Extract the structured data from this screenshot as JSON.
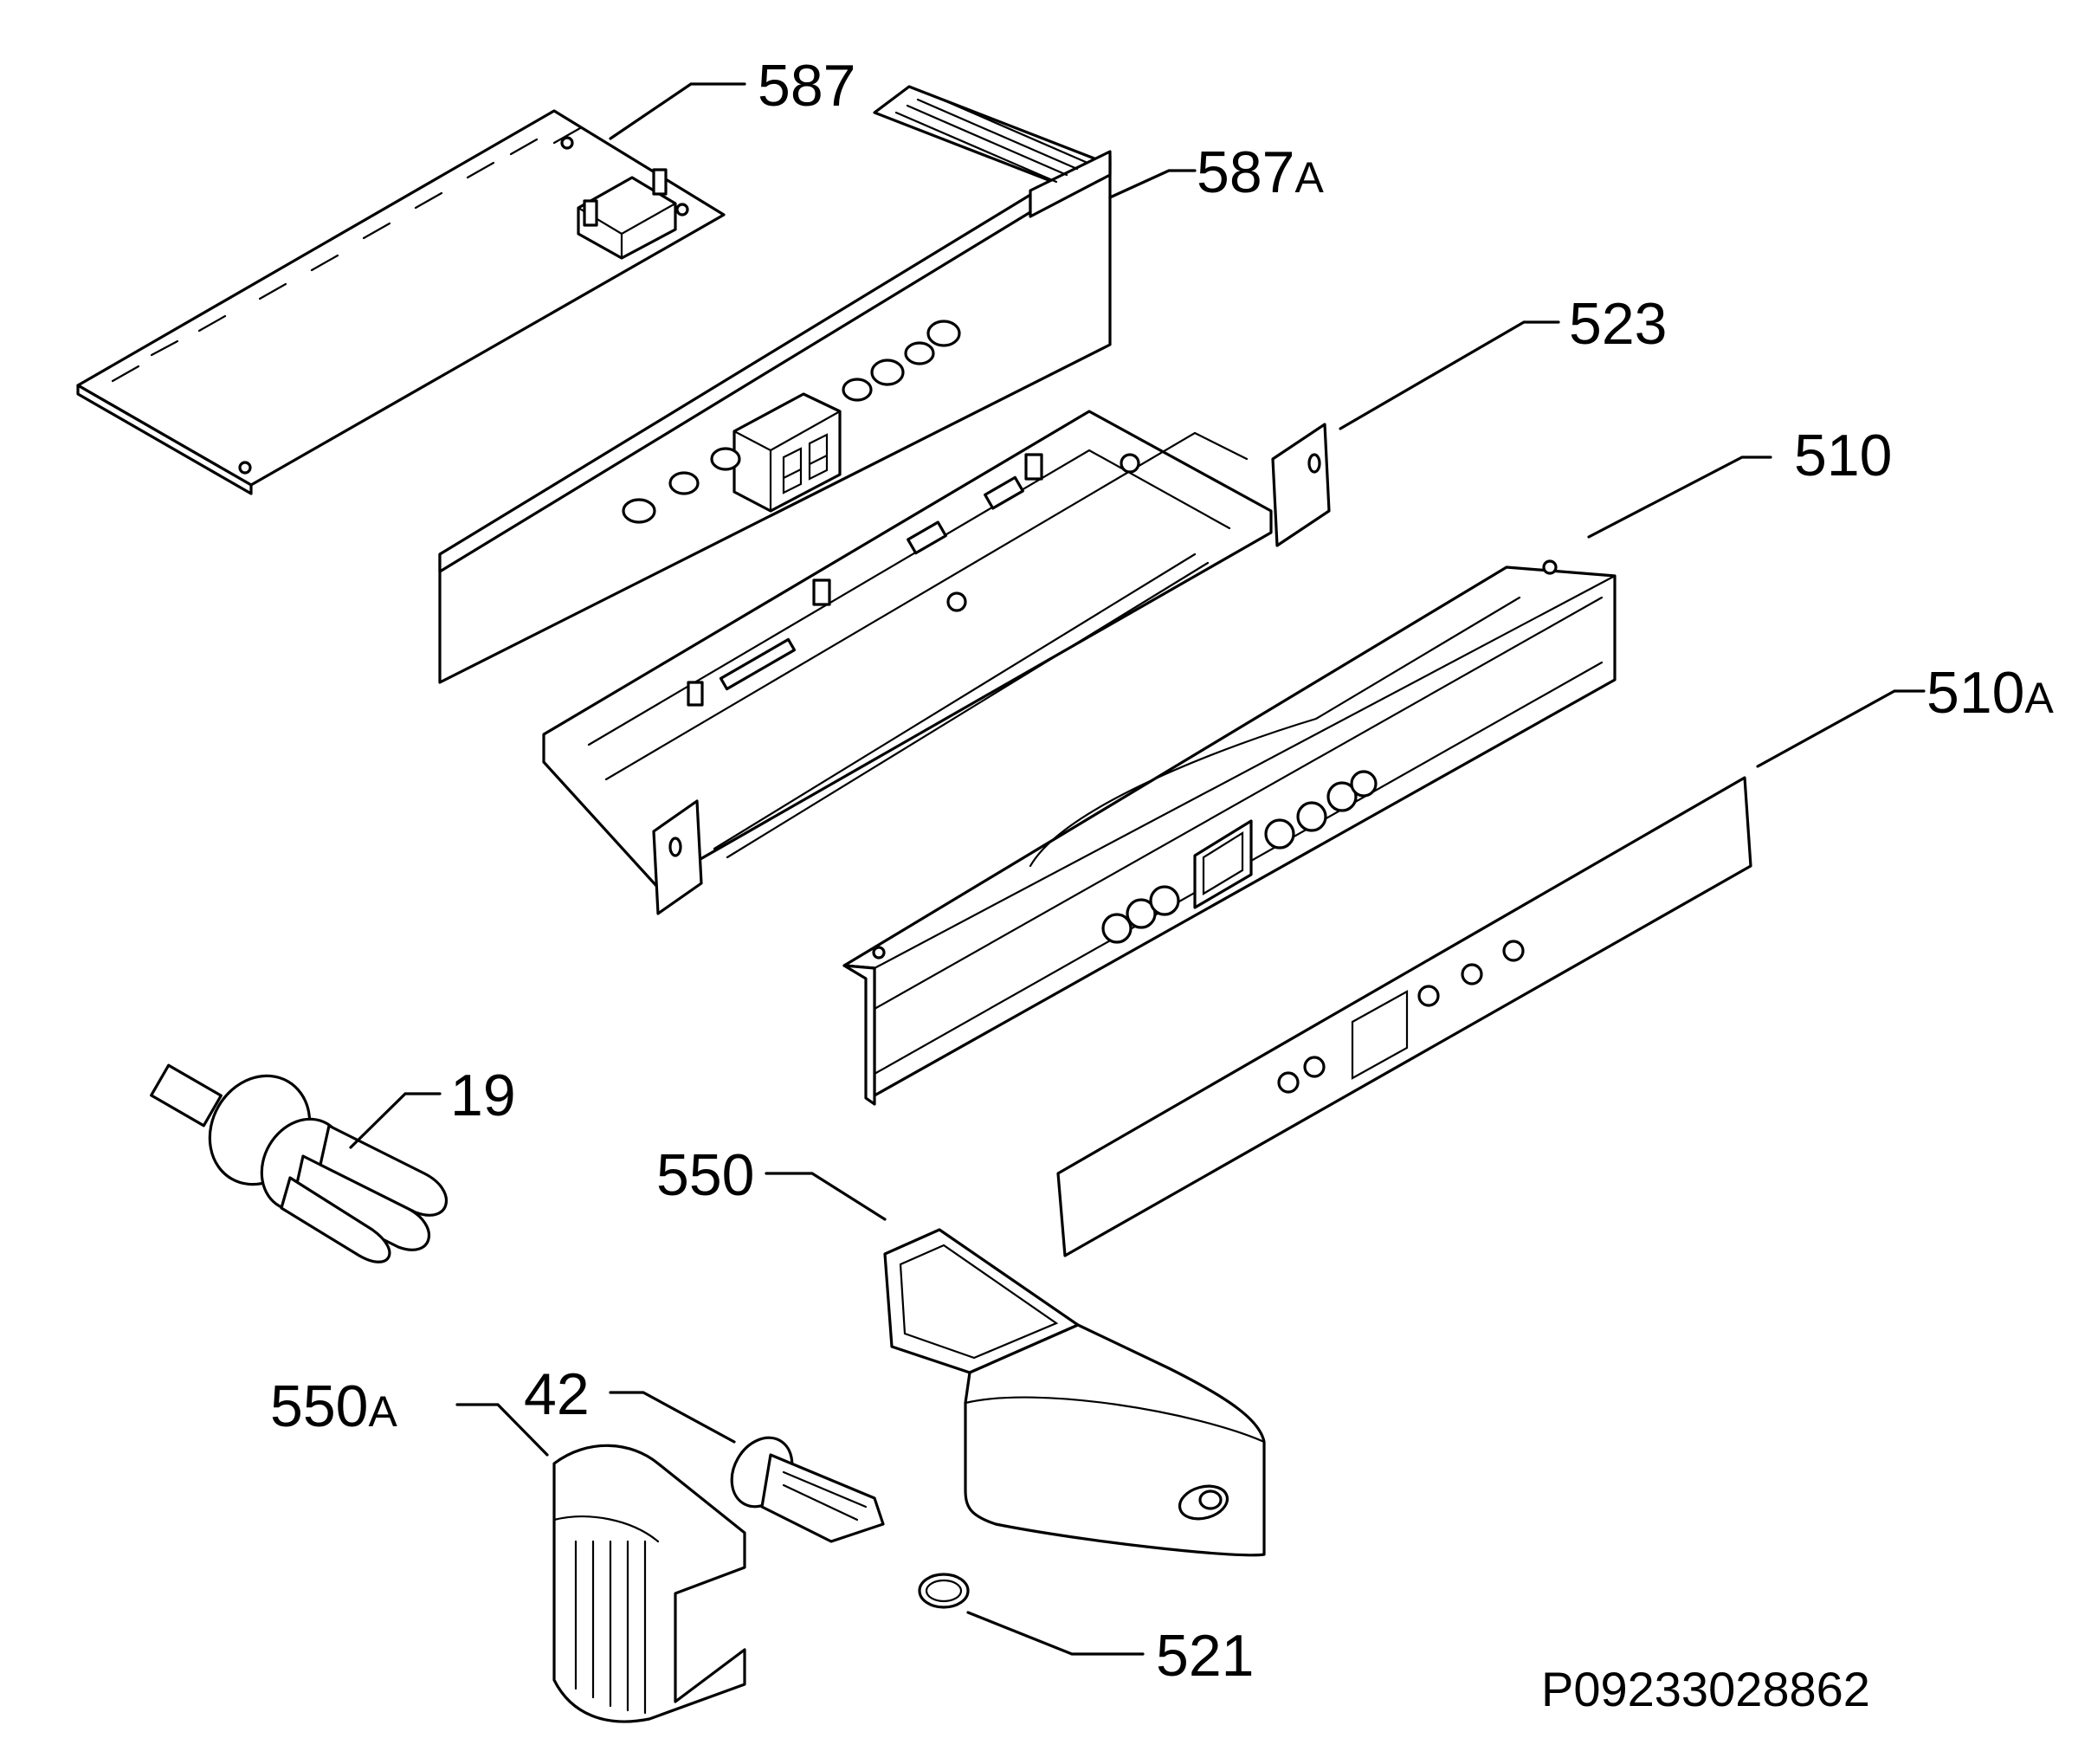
{
  "callouts": {
    "c587": {
      "num": "587",
      "suffix": ""
    },
    "c587a": {
      "num": "587",
      "suffix": "A"
    },
    "c523": {
      "num": "523",
      "suffix": ""
    },
    "c510": {
      "num": "510",
      "suffix": ""
    },
    "c510a": {
      "num": "510",
      "suffix": "A"
    },
    "c19": {
      "num": "19",
      "suffix": ""
    },
    "c550": {
      "num": "550",
      "suffix": ""
    },
    "c550a": {
      "num": "550",
      "suffix": "A"
    },
    "c42": {
      "num": "42",
      "suffix": ""
    },
    "c521": {
      "num": "521",
      "suffix": ""
    }
  },
  "reference_code": "P09233028862",
  "colors": {
    "line": "#000000",
    "background": "#ffffff"
  }
}
